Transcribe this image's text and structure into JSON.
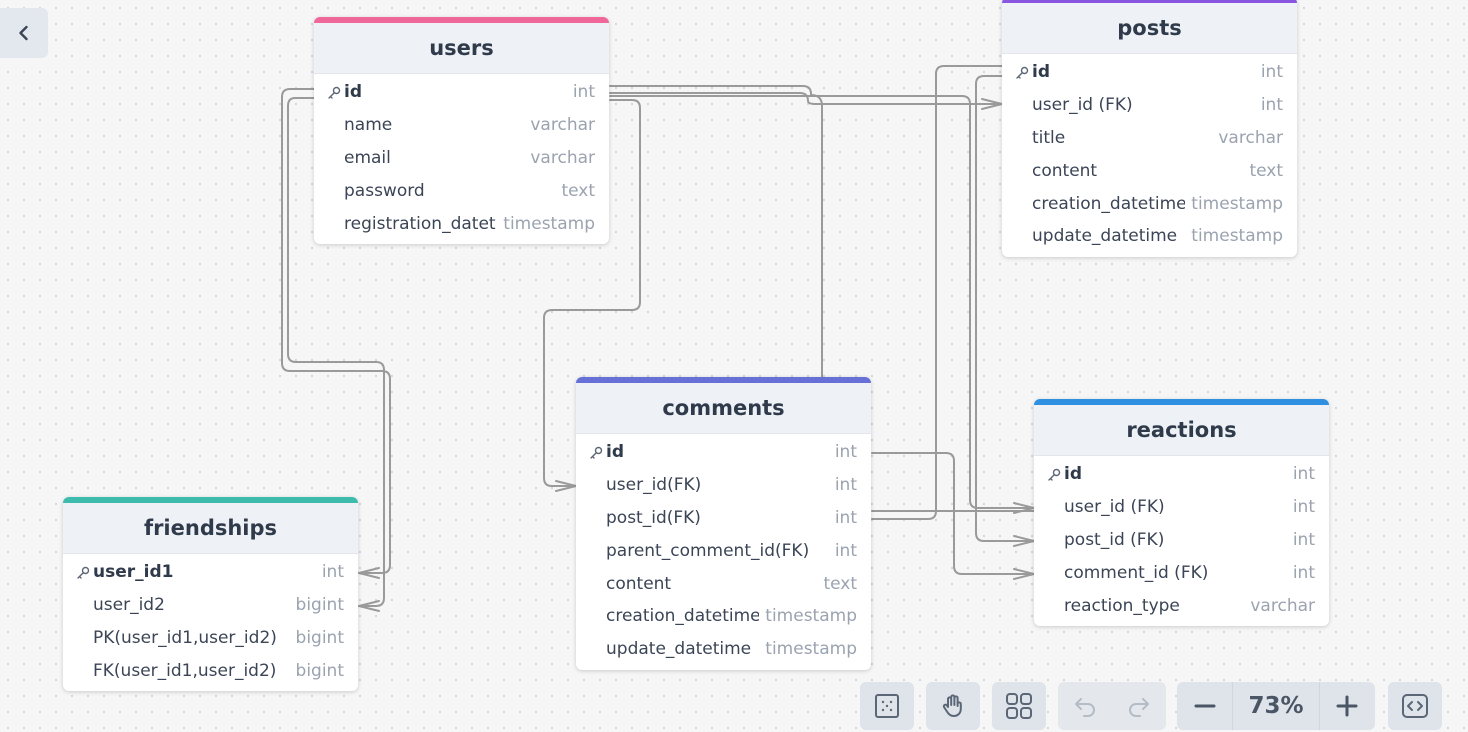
{
  "colors": {
    "users": "#f0679a",
    "posts": "#8a55e0",
    "comments": "#6770d6",
    "reactions": "#2f8fe0",
    "friendships": "#3dbcae"
  },
  "tables": {
    "users": {
      "title": "users",
      "columns": [
        {
          "name": "id",
          "type": "int"
        },
        {
          "name": "name",
          "type": "varchar"
        },
        {
          "name": "email",
          "type": "varchar"
        },
        {
          "name": "password",
          "type": "text"
        },
        {
          "name": "registration_datetime",
          "type": "timestamp"
        }
      ]
    },
    "posts": {
      "title": "posts",
      "columns": [
        {
          "name": "id",
          "type": "int"
        },
        {
          "name": "user_id (FK)",
          "type": "int"
        },
        {
          "name": "title",
          "type": "varchar"
        },
        {
          "name": "content",
          "type": "text"
        },
        {
          "name": "creation_datetime",
          "type": "timestamp"
        },
        {
          "name": "update_datetime",
          "type": "timestamp"
        }
      ]
    },
    "comments": {
      "title": "comments",
      "columns": [
        {
          "name": "id",
          "type": "int"
        },
        {
          "name": "user_id(FK)",
          "type": "int"
        },
        {
          "name": "post_id(FK)",
          "type": "int"
        },
        {
          "name": "parent_comment_id(FK)",
          "type": "int"
        },
        {
          "name": "content",
          "type": "text"
        },
        {
          "name": "creation_datetime",
          "type": "timestamp"
        },
        {
          "name": "update_datetime",
          "type": "timestamp"
        }
      ]
    },
    "reactions": {
      "title": "reactions",
      "columns": [
        {
          "name": "id",
          "type": "int"
        },
        {
          "name": "user_id (FK)",
          "type": "int"
        },
        {
          "name": "post_id (FK)",
          "type": "int"
        },
        {
          "name": "comment_id (FK)",
          "type": "int"
        },
        {
          "name": "reaction_type",
          "type": "varchar"
        }
      ]
    },
    "friendships": {
      "title": "friendships",
      "columns": [
        {
          "name": "user_id1",
          "type": "int"
        },
        {
          "name": "user_id2",
          "type": "bigint"
        },
        {
          "name": "PK(user_id1,user_id2)",
          "type": "bigint"
        },
        {
          "name": "FK(user_id1,user_id2)",
          "type": "bigint"
        }
      ]
    }
  },
  "toolbar": {
    "zoom_level": "73%",
    "icons": [
      "grid-toggle-icon",
      "hand-pan-icon",
      "auto-layout-icon",
      "undo-icon",
      "redo-icon",
      "zoom-out-icon",
      "zoom-in-icon",
      "code-view-icon"
    ]
  }
}
